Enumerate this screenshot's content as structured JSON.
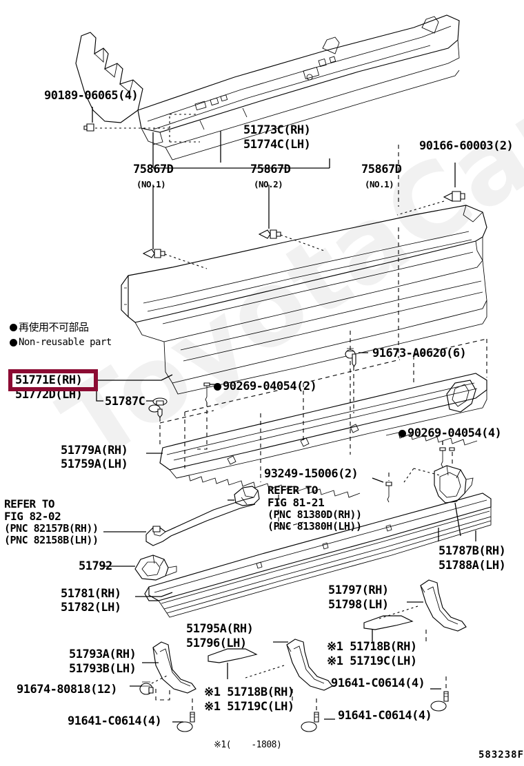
{
  "diagram": {
    "id": "583238F",
    "watermark": "ToyotaCarService.ru",
    "footnote": "※1(    -1808)"
  },
  "legend": {
    "jp": "再使用不可部品",
    "en": "Non-reusable part",
    "marker": "filled-circle"
  },
  "highlight": {
    "color": "#8c0b33",
    "part": "51771E(RH)"
  },
  "labels": {
    "l1": "90189-06065(4)",
    "l2a": "51773C(RH)",
    "l2b": "51774C(LH)",
    "l3": "75867D",
    "l3n": "(NO.1)",
    "l4": "75867D",
    "l4n": "(NO.2)",
    "l5": "75867D",
    "l5n": "(NO.1)",
    "l6": "90166-60003(2)",
    "l7": "91673-A0620(6)",
    "l8": "90269-04054(2)",
    "l9": "90269-04054(4)",
    "l10a": "51771E(RH)",
    "l10b": "51772D(LH)",
    "l11": "51787C",
    "l12a": "51779A(RH)",
    "l12b": "51759A(LH)",
    "l13": "93249-15006(2)",
    "ref1l1": "REFER TO",
    "ref1l2": "FIG 82-02",
    "ref1l3": "(PNC 82157B(RH))",
    "ref1l4": "(PNC 82158B(LH))",
    "ref2l1": "REFER TO",
    "ref2l2": "FIG 81-21",
    "ref2l3": "(PNC 81380D(RH))",
    "ref2l4": "(PNC 81380H(LH))",
    "l14": "51792",
    "l15a": "51781(RH)",
    "l15b": "51782(LH)",
    "l16a": "51787B(RH)",
    "l16b": "51788A(LH)",
    "l17a": "51797(RH)",
    "l17b": "51798(LH)",
    "l18a": "51795A(RH)",
    "l18b": "51796(LH)",
    "l19a": "※1 51718B(RH)",
    "l19b": "※1 51719C(LH)",
    "l20a": "※1 51718B(RH)",
    "l20b": "※1 51719C(LH)",
    "l21": "91641-C0614(4)",
    "l22a": "51793A(RH)",
    "l22b": "51793B(LH)",
    "l23": "91674-80818(12)",
    "l24": "91641-C0614(4)",
    "l25": "91641-C0614(4)"
  }
}
